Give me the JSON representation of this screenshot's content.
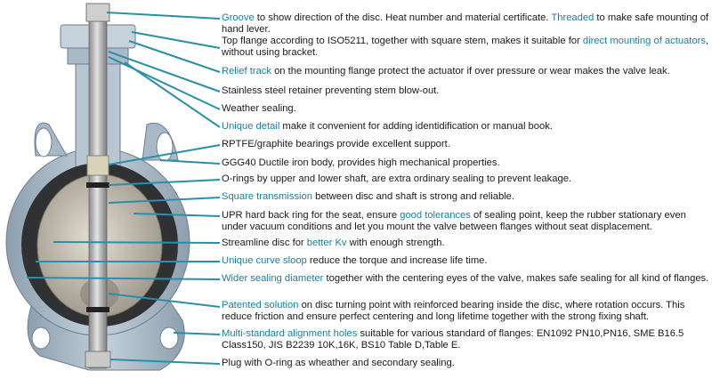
{
  "colors": {
    "highlight": "#1b7f9b",
    "text": "#1a1a1a",
    "leader": "#2a8fa8",
    "body": "#a8b8c6",
    "seat": "#2f3133",
    "disc": "#b9b2a6"
  },
  "annotations": [
    {
      "parts": [
        {
          "t": "Groove",
          "hl": true
        },
        {
          "t": " to show direction of the disc. Heat number and material certificate. "
        },
        {
          "t": "Threaded",
          "hl": true
        },
        {
          "t": " to make safe mounting of hand lever."
        }
      ]
    },
    {
      "parts": [
        {
          "t": "Top flange according to ISO5211, together with square stem, makes it suitable for "
        },
        {
          "t": "direct mounting of actuators",
          "hl": true
        },
        {
          "t": ", without using bracket."
        }
      ]
    },
    {
      "parts": [
        {
          "t": "Relief track",
          "hl": true
        },
        {
          "t": " on the mounting flange protect the actuator if over pressure or wear makes the valve leak."
        }
      ]
    },
    {
      "parts": [
        {
          "t": "Stainless steel retainer preventing stem blow-out."
        }
      ]
    },
    {
      "parts": [
        {
          "t": "Weather sealing."
        }
      ]
    },
    {
      "parts": [
        {
          "t": "Unique detail",
          "hl": true
        },
        {
          "t": " make it convenient for adding identidification or manual book."
        }
      ]
    },
    {
      "parts": [
        {
          "t": "RPTFE/graphite bearings provide excellent support."
        }
      ]
    },
    {
      "parts": [
        {
          "t": "GGG40 Ductile iron body, provides high mechanical properties."
        }
      ]
    },
    {
      "parts": [
        {
          "t": "O-rings by upper and lower shaft, are extra ordinary sealing to prevent leakage."
        }
      ]
    },
    {
      "parts": [
        {
          "t": "Square transmission",
          "hl": true
        },
        {
          "t": " between disc and shaft is strong and reliable."
        }
      ]
    },
    {
      "parts": [
        {
          "t": "UPR hard back ring for the seat, ensure "
        },
        {
          "t": "good tolerances",
          "hl": true
        },
        {
          "t": " of sealing point, keep the rubber stationary even under vacuum conditions and let you mount the valve between flanges without seat displacement."
        }
      ]
    },
    {
      "parts": [
        {
          "t": "Streamline disc for "
        },
        {
          "t": "better Kv",
          "hl": true
        },
        {
          "t": " with enough strength."
        }
      ]
    },
    {
      "parts": [
        {
          "t": "Unique curve sloop",
          "hl": true
        },
        {
          "t": " reduce the torque and increase life time."
        }
      ]
    },
    {
      "parts": [
        {
          "t": "Wider sealing diameter",
          "hl": true
        },
        {
          "t": " together with the centering eyes of the valve, makes safe sealing for all kind of flanges."
        }
      ]
    },
    {
      "parts": [
        {
          "t": "Patented solution",
          "hl": true
        },
        {
          "t": " on disc turning point with reinforced bearing inside the disc, where rotation occurs. This reduce friction and ensure perfect centering and long lifetime together with the strong fixing shaft."
        }
      ]
    },
    {
      "parts": [
        {
          "t": "Multi-standard alignment holes",
          "hl": true
        },
        {
          "t": " suitable for various standard of flanges: EN1092 PN10,PN16,  SME B16.5 Class150, JIS B2239 10K,16K, BS10 Table D,Table E."
        }
      ]
    },
    {
      "parts": [
        {
          "t": "Plug with O-ring as wheather and secondary sealing."
        }
      ]
    }
  ]
}
